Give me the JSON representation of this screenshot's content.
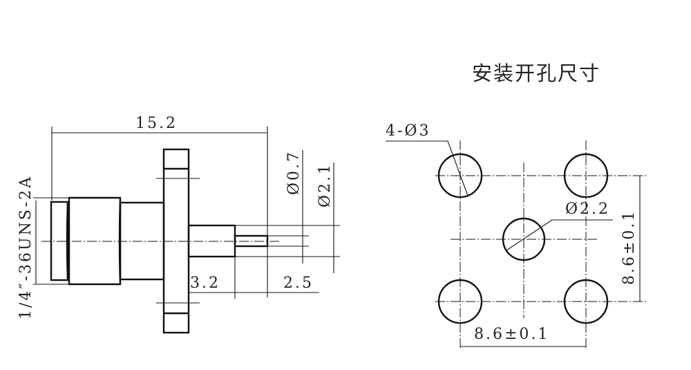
{
  "title": "安装开孔尺寸",
  "side_view": {
    "overall_length": "15.2",
    "thread_spec": "1/4″-36UNS-2A",
    "pin_diameter": "Ø0.7",
    "insulator_diameter": "Ø2.1",
    "shaft_length": "3.2",
    "pin_length": "2.5"
  },
  "mounting_pattern": {
    "corner_holes": "4-Ø3",
    "center_hole": "Ø2.2",
    "vertical_spacing": "8.6±0.1",
    "horizontal_spacing": "8.6±0.1"
  }
}
